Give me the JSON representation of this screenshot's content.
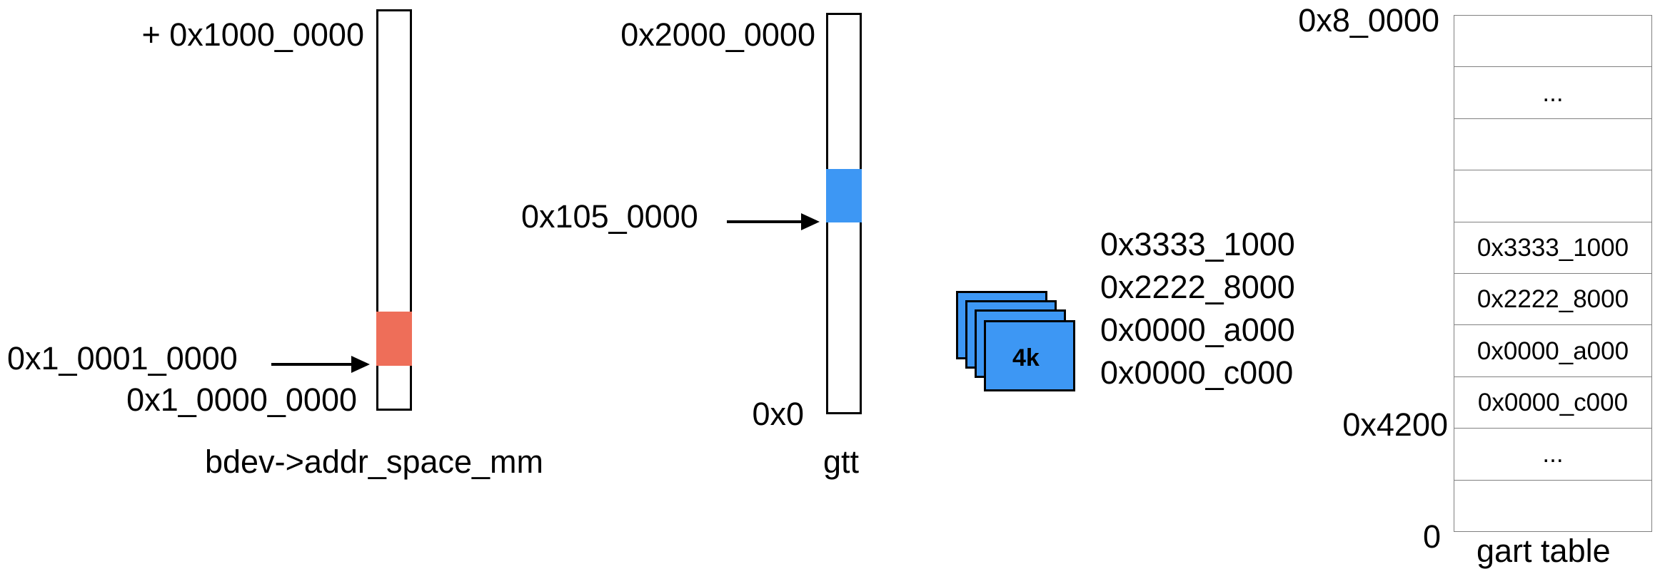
{
  "addr_space": {
    "top_label": "+ 0x1000_0000",
    "mid_label": "0x1_0001_0000",
    "bottom_label": "0x1_0000_0000",
    "caption": "bdev->addr_space_mm",
    "highlight_color": "#ee6e59"
  },
  "gtt": {
    "top_label": "0x2000_0000",
    "mid_label": "0x105_0000",
    "bottom_label": "0x0",
    "caption": "gtt",
    "highlight_color": "#3d97f4"
  },
  "pages": {
    "size_label": "4k",
    "color": "#3d97f4",
    "addresses": [
      "0x3333_1000",
      "0x2222_8000",
      "0x0000_a000",
      "0x0000_c000"
    ]
  },
  "gart_table": {
    "top_label": "0x8_0000",
    "mid_label": "0x4200",
    "bottom_label": "0",
    "caption": "gart table",
    "entries": [
      "",
      "...",
      "",
      "",
      "0x3333_1000",
      "0x2222_8000",
      "0x0000_a000",
      "0x0000_c000",
      "...",
      ""
    ]
  }
}
